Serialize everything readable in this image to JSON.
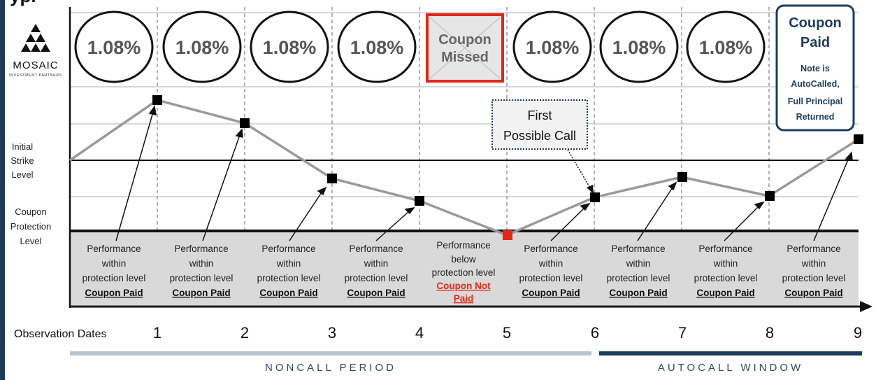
{
  "header_fragment": "ypi",
  "logo": {
    "name": "MOSAIC",
    "tagline": "INVESTMENT PARTNERS"
  },
  "side_labels": {
    "initial": [
      "Initial",
      "Strike",
      "Level"
    ],
    "protection": [
      "Coupon",
      "Protection",
      "Level"
    ]
  },
  "coupon_circles": [
    "1.08%",
    "1.08%",
    "1.08%",
    "1.08%",
    "1.08%",
    "1.08%",
    "1.08%"
  ],
  "missed_box": [
    "Coupon",
    "Missed"
  ],
  "paid_box": {
    "title": [
      "Coupon",
      "Paid"
    ],
    "note": [
      "Note is",
      "AutoCalled,",
      "Full Principal",
      "Returned"
    ]
  },
  "first_call_box": [
    "First",
    "Possible Call"
  ],
  "performance_cells": [
    {
      "lines": [
        "Performance",
        "within",
        "protection level"
      ],
      "status": "Coupon Paid",
      "missed": false
    },
    {
      "lines": [
        "Performance",
        "within",
        "protection level"
      ],
      "status": "Coupon Paid",
      "missed": false
    },
    {
      "lines": [
        "Performance",
        "within",
        "protection level"
      ],
      "status": "Coupon Paid",
      "missed": false
    },
    {
      "lines": [
        "Performance",
        "within",
        "protection level"
      ],
      "status": "Coupon Paid",
      "missed": false
    },
    {
      "lines": [
        "Performance",
        "below",
        "protection level"
      ],
      "status": [
        "Coupon Not",
        "Paid"
      ],
      "missed": true
    },
    {
      "lines": [
        "Performance",
        "within",
        "protection level"
      ],
      "status": "Coupon Paid",
      "missed": false
    },
    {
      "lines": [
        "Performance",
        "within",
        "protection level"
      ],
      "status": "Coupon Paid",
      "missed": false
    },
    {
      "lines": [
        "Performance",
        "within",
        "protection level"
      ],
      "status": "Coupon Paid",
      "missed": false
    },
    {
      "lines": [
        "Performance",
        "within",
        "protection level"
      ],
      "status": "Coupon Paid",
      "missed": false
    }
  ],
  "observation_label": "Observation Dates",
  "observation_dates": [
    "1",
    "2",
    "3",
    "4",
    "5",
    "6",
    "7",
    "8",
    "9"
  ],
  "periods": {
    "noncall": "NONCALL PERIOD",
    "autocall": "AUTOCALL WINDOW"
  },
  "colors": {
    "missed_red": "#e02818",
    "navy": "#1f3b5c",
    "noncall_bar": "#b8c4d0",
    "performance_line": "#9a9a9a"
  }
}
